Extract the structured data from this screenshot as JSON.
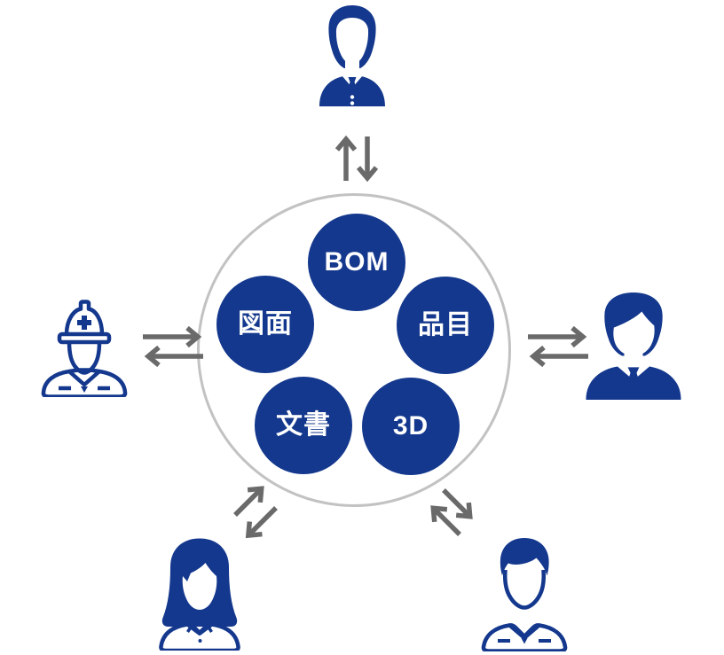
{
  "hub": {
    "items": [
      {
        "id": "bom",
        "label": "BOM"
      },
      {
        "id": "drawing",
        "label": "図面"
      },
      {
        "id": "item",
        "label": "品目"
      },
      {
        "id": "document",
        "label": "文書"
      },
      {
        "id": "3d",
        "label": "3D"
      }
    ]
  },
  "actors": {
    "top": "businessman-icon",
    "left": "construction-worker-icon",
    "right": "manager-icon",
    "bottom_left": "businesswoman-icon",
    "bottom_right": "engineer-icon"
  },
  "arrows": {
    "top": "vertical-exchange-arrows-icon",
    "left": "horizontal-exchange-arrows-icon",
    "right": "horizontal-exchange-arrows-icon",
    "bottom_left": "diagonal-exchange-arrows-icon",
    "bottom_right": "diagonal-exchange-arrows-icon"
  },
  "colors": {
    "primary_blue": "#14388D",
    "arrow_gray": "#6A6A6A",
    "ring_gray": "#C2C2C2",
    "node_text": "#FFFFFF",
    "background": "#FFFFFF"
  }
}
